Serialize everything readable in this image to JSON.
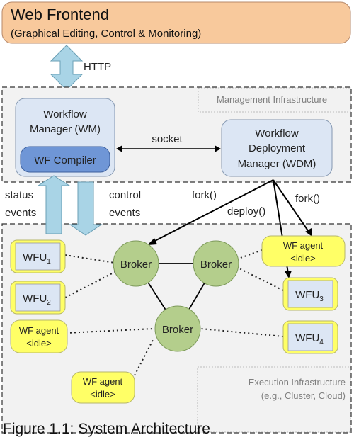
{
  "frontend": {
    "title": "Web Frontend",
    "subtitle": "(Graphical Editing, Control & Monitoring)",
    "color": "#f8c99c"
  },
  "protocol": {
    "http": "HTTP",
    "socket": "socket"
  },
  "management": {
    "label": "Management Infrastructure",
    "wm_line1": "Workflow",
    "wm_line2": "Manager (WM)",
    "compiler": "WF Compiler",
    "wdm_line1": "Workflow",
    "wdm_line2": "Deployment",
    "wdm_line3": "Manager (WDM)"
  },
  "flows": {
    "status_line1": "status",
    "status_line2": "events",
    "control_line1": "control",
    "control_line2": "events",
    "fork_left": "fork()",
    "fork_right": "fork()",
    "deploy": "deploy()"
  },
  "execution": {
    "label_line1": "Execution Infrastructure",
    "label_line2": "(e.g., Cluster, Cloud)",
    "broker": "Broker",
    "wfu_prefix": "WFU",
    "wfu_subs": [
      "1",
      "2",
      "3",
      "4"
    ],
    "agent_line1": "WF agent",
    "agent_line2": "<idle>"
  },
  "caption": "Figure 1.1: System Architecture",
  "colors": {
    "arrow_fill": "#a9d4e6",
    "arrow_stroke": "#6a9fb5",
    "wm_fill": "#dce6f4",
    "compiler_fill": "#6f96d6",
    "broker_fill": "#b4ce8c",
    "agent_fill": "#ffff66"
  }
}
